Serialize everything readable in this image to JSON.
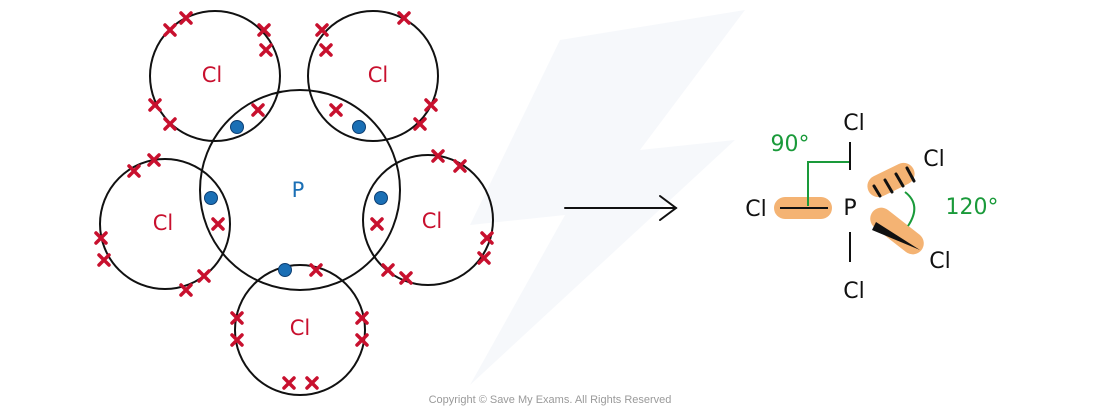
{
  "dot_cross": {
    "central_atom": "P",
    "outer_atoms": [
      "Cl",
      "Cl",
      "Cl",
      "Cl",
      "Cl"
    ]
  },
  "structure": {
    "central_atom": "P",
    "top": "Cl",
    "bottom": "Cl",
    "left": "Cl",
    "upper_right": "Cl",
    "lower_right": "Cl",
    "axial_angle": "90°",
    "equatorial_angle": "120°"
  },
  "copyright": "Copyright © Save My Exams. All Rights Reserved",
  "colors": {
    "atom_label": "#c8102e",
    "central_label": "#1a6fb5",
    "dot": "#1a6fb5",
    "cross": "#c8102e",
    "angle": "#1a9a3a",
    "highlight": "#f2a65a",
    "outline": "#111111"
  }
}
